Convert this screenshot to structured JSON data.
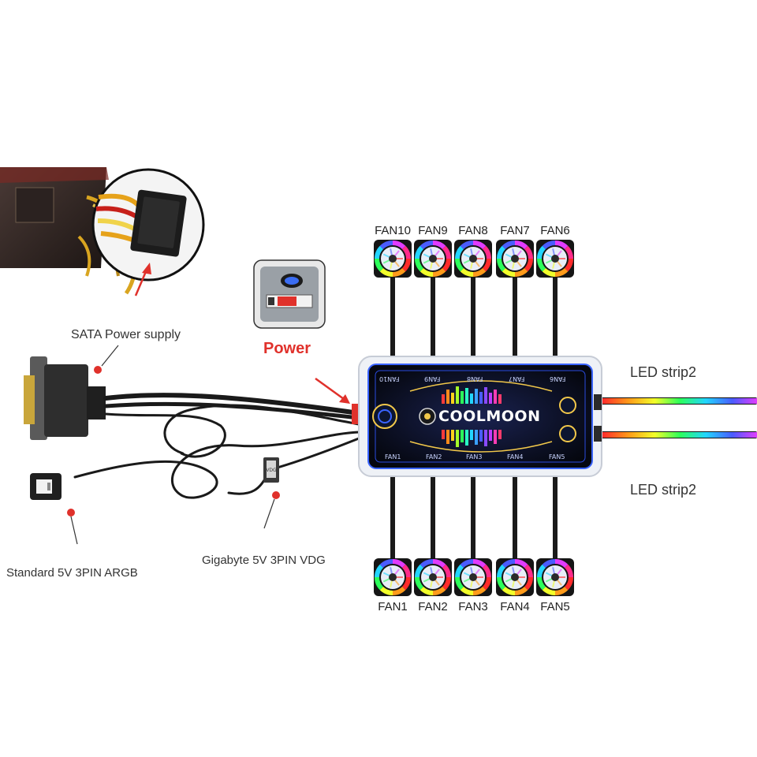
{
  "labels": {
    "sata": "SATA Power supply",
    "power": "Power",
    "argb": "Standard 5V 3PIN ARGB",
    "vdg": "Gigabyte 5V 3PIN VDG",
    "led_top": "LED strip2",
    "led_bottom": "LED strip2"
  },
  "hub": {
    "brand": "COOLMOON",
    "top_ports": [
      "FAN10",
      "FAN9",
      "FAN8",
      "FAN7",
      "FAN6"
    ],
    "bottom_ports": [
      "FAN1",
      "FAN2",
      "FAN3",
      "FAN4",
      "FAN5"
    ],
    "connector_text": "VDG"
  },
  "fans": {
    "top": [
      "FAN10",
      "FAN9",
      "FAN8",
      "FAN7",
      "FAN6"
    ],
    "bottom": [
      "FAN1",
      "FAN2",
      "FAN3",
      "FAN4",
      "FAN5"
    ]
  },
  "colors": {
    "accent_red": "#e0312b",
    "hub_body": "#0b0f1e",
    "hub_frame": "#eef1f6",
    "hub_blue": "#3a64ff",
    "cable": "#1a1a1a"
  }
}
